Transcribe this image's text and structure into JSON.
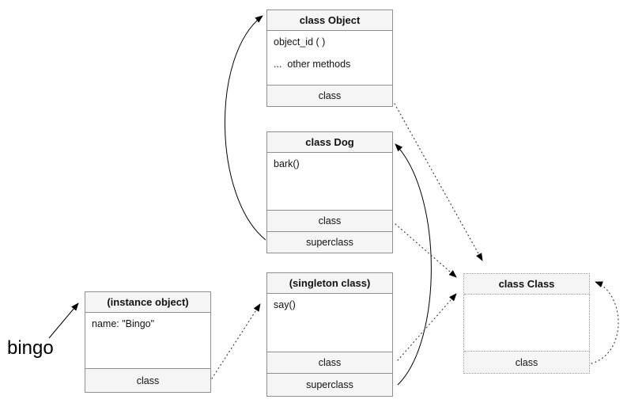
{
  "labels": {
    "bingo": "bingo"
  },
  "boxes": {
    "object": {
      "title": "class Object",
      "body": [
        "object_id ( )",
        "...  other methods"
      ],
      "rows": [
        "class"
      ]
    },
    "dog": {
      "title": "class Dog",
      "body": [
        "bark()"
      ],
      "rows": [
        "class",
        "superclass"
      ]
    },
    "instance": {
      "title": "(instance object)",
      "body": [
        "name: \"Bingo\""
      ],
      "rows": [
        "class"
      ]
    },
    "singleton": {
      "title": "(singleton class)",
      "body": [
        "say()"
      ],
      "rows": [
        "class",
        "superclass"
      ]
    },
    "class": {
      "title": "class Class",
      "body": [],
      "rows": [
        "class"
      ]
    }
  },
  "edges": [
    {
      "name": "bingo-to-instance-object",
      "from": "bingo",
      "to": "instance-object",
      "style": "solid"
    },
    {
      "name": "instance-class-to-singleton",
      "from": "instance-object.class",
      "to": "singleton-class",
      "style": "dotted"
    },
    {
      "name": "dog-superclass-to-object",
      "from": "class-dog.superclass",
      "to": "class-object",
      "style": "solid"
    },
    {
      "name": "singleton-superclass-to-dog",
      "from": "singleton-class.superclass",
      "to": "class-dog",
      "style": "solid"
    },
    {
      "name": "object-class-to-class-class",
      "from": "class-object.class",
      "to": "class-class",
      "style": "dotted"
    },
    {
      "name": "dog-class-to-class-class",
      "from": "class-dog.class",
      "to": "class-class",
      "style": "dotted"
    },
    {
      "name": "singleton-class-to-class-class",
      "from": "singleton-class.class",
      "to": "class-class",
      "style": "dotted"
    },
    {
      "name": "class-class-self-loop",
      "from": "class-class.class",
      "to": "class-class",
      "style": "dotted"
    }
  ],
  "colors": {
    "header_fill": "#f5f5f5",
    "border": "#8f8f8f",
    "solid_edge": "#000000",
    "dotted_edge": "#424242",
    "background": "#ffffff"
  }
}
